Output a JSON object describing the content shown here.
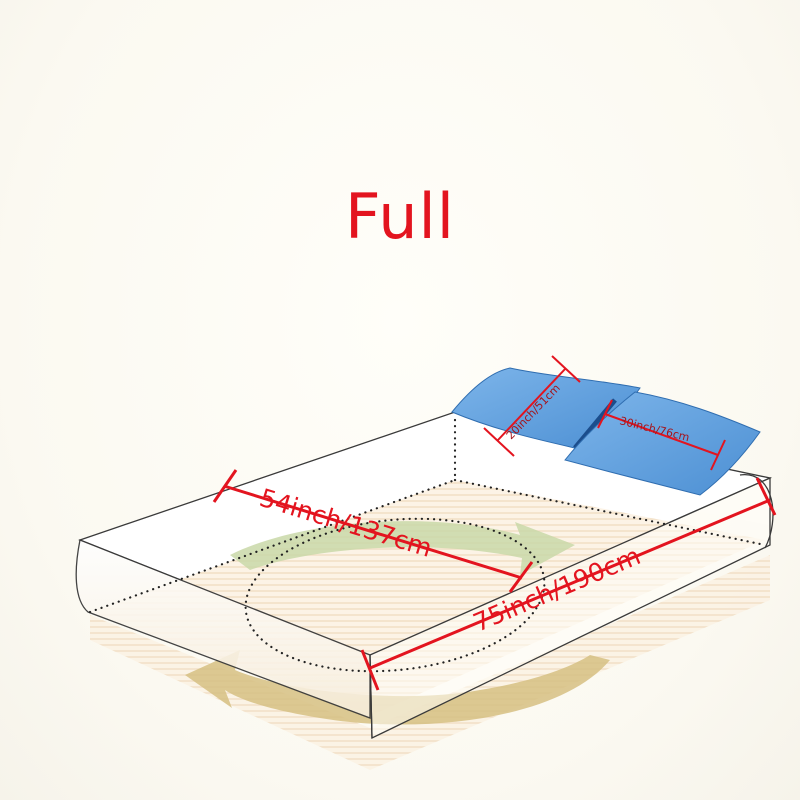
{
  "title": "Full",
  "dimensions": {
    "width": "54inch/137cm",
    "length": "75inch/190cm",
    "pillow_width": "20inch/51cm",
    "pillow_length": "30inch/76cm"
  },
  "colors": {
    "title": "#e3141f",
    "dimension_lines": "#e3141f",
    "pillow": "#5e9fdd",
    "pillow_shadow": "#1b4d8c",
    "arrow_green": "#c9d8a8",
    "arrow_tan": "#d6bf82",
    "outline": "#333333"
  }
}
